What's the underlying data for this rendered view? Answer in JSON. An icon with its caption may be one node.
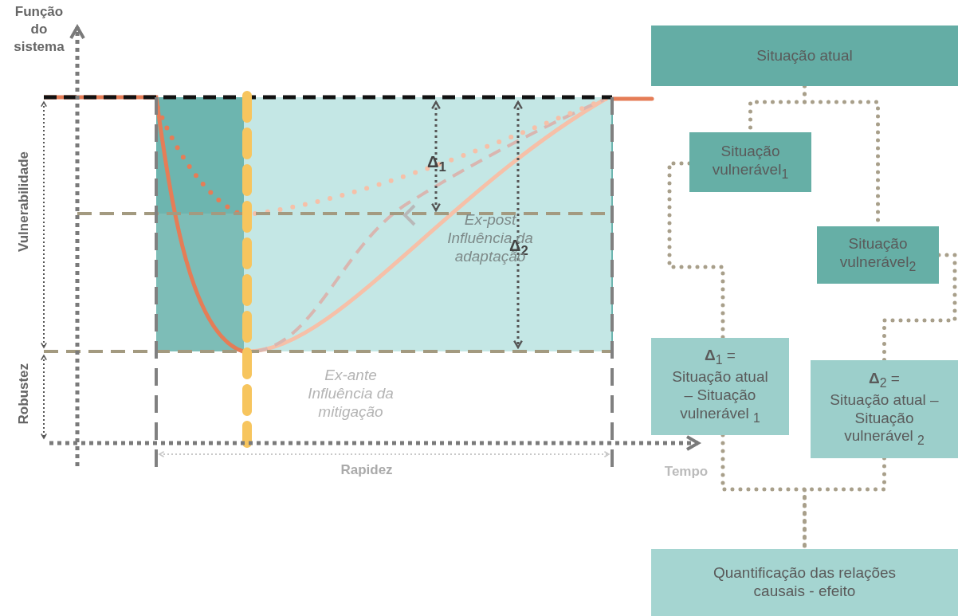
{
  "diagram": {
    "nodes": [
      {
        "text": [
          "Situação atual"
        ]
      },
      {
        "text": [
          "Situação vulnerável$_{1}$"
        ]
      },
      {
        "text": [
          "Situação vulnerável$_{2}$"
        ]
      },
      {
        "text": [
          "**Δ**$_{1}$ =",
          "Situação atual – Situação vulnerável $_{1}$"
        ]
      },
      {
        "text": [
          "**Δ**$_{2}$ =",
          "Situação atual – Situação vulnerável $_{2}$"
        ]
      },
      {
        "text": [
          "Quantificação das relações causais - efeito"
        ]
      }
    ],
    "edges": [
      {
        "from": 0,
        "to": 1,
        "arrow": "none"
      },
      {
        "from": 0,
        "to": 2,
        "arrow": "none"
      },
      {
        "from": 1,
        "to": 3,
        "arrow": "none"
      },
      {
        "from": 2,
        "to": 4,
        "arrow": "none"
      },
      {
        "from": 3,
        "to": 5,
        "arrow": "none"
      },
      {
        "from": 4,
        "to": 5,
        "arrow": "none"
      }
    ],
    "labels": [
      "Função do sistema",
      "Vulnerabilidade",
      "Δ$_{1}$",
      "Δ$_{2}$",
      "Ex-post Influência da adaptação",
      "Robustez",
      "Ex-ante Influência da mitigação",
      "Rapidez",
      "Tempo"
    ]
  }
}
